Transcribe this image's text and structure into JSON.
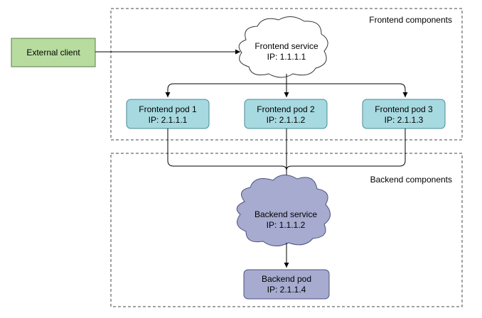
{
  "groups": {
    "frontend": {
      "label": "Frontend components"
    },
    "backend": {
      "label": "Backend components"
    }
  },
  "external_client": {
    "label": "External client"
  },
  "frontend_service": {
    "name": "Frontend service",
    "ip": "IP: 1.1.1.1"
  },
  "frontend_pods": [
    {
      "name": "Frontend pod 1",
      "ip": "IP: 2.1.1.1"
    },
    {
      "name": "Frontend pod 2",
      "ip": "IP: 2.1.1.2"
    },
    {
      "name": "Frontend pod 3",
      "ip": "IP: 2.1.1.3"
    }
  ],
  "backend_service": {
    "name": "Backend service",
    "ip": "IP: 1.1.1.2"
  },
  "backend_pod": {
    "name": "Backend pod",
    "ip": "IP: 2.1.1.4"
  },
  "colors": {
    "external_client_fill": "#b8dca0",
    "frontend_fill": "#a7d9e0",
    "backend_fill": "#a6abcf",
    "cloud_white": "#ffffff"
  }
}
